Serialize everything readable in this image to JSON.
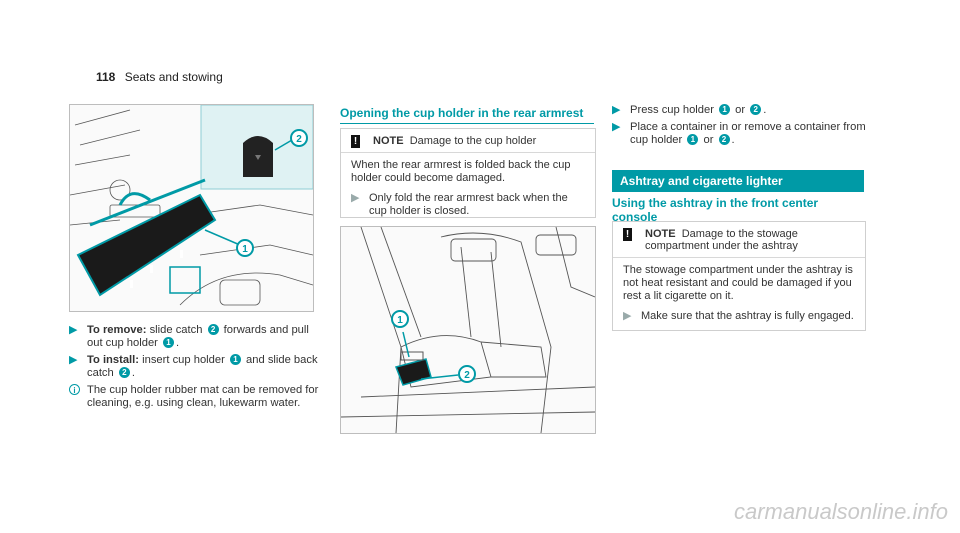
{
  "header": {
    "page_number": "118",
    "section": "Seats and stowing"
  },
  "left": {
    "steps": [
      {
        "type": "arrow",
        "label": "To remove:",
        "parts": [
          " slide catch ",
          "2",
          " forwards and pull out cup holder ",
          "1",
          "."
        ]
      },
      {
        "type": "arrow",
        "label": "To install:",
        "parts": [
          " insert cup holder ",
          "1",
          " and slide back catch ",
          "2",
          "."
        ]
      },
      {
        "type": "info",
        "text": "The cup holder rubber mat can be removed for cleaning, e.g. using clean, lukewarm water."
      }
    ],
    "callouts": [
      "1",
      "2"
    ]
  },
  "middle": {
    "heading": "Opening the cup holder in the rear armrest",
    "note": {
      "title": "NOTE",
      "title_text": "Damage to the cup holder",
      "body": "When the rear armrest is folded back the cup holder could become damaged.",
      "action": "Only fold the rear armrest back when the cup holder is closed."
    },
    "callouts": [
      "1",
      "2"
    ]
  },
  "right": {
    "steps": [
      {
        "parts": [
          "Press cup holder ",
          "1",
          " or ",
          "2",
          "."
        ]
      },
      {
        "parts": [
          "Place a container in or remove a container from cup holder ",
          "1",
          " or ",
          "2",
          "."
        ]
      }
    ],
    "section_title": "Ashtray and cigarette lighter",
    "sub_heading": "Using the ashtray in the front center console",
    "note": {
      "title": "NOTE",
      "title_text": "Damage to the stowage compartment under the ashtray",
      "body": "The stowage compartment under the ashtray is not heat resistant and could be damaged if you rest a lit cigarette on it.",
      "action": "Make sure that the ashtray is fully engaged."
    }
  },
  "footer": {
    "watermark": "carmanualsonline.info"
  },
  "colors": {
    "accent": "#009aa6"
  }
}
